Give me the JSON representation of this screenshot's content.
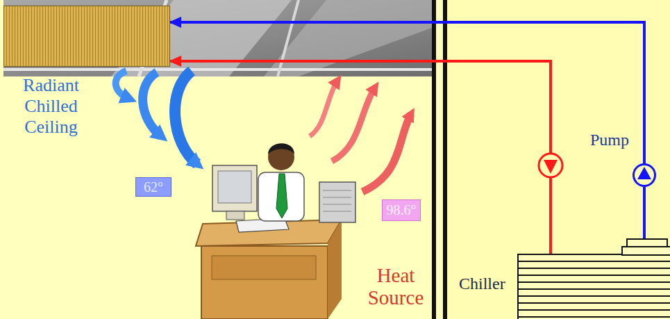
{
  "diagram": {
    "nodes": [
      {
        "text": [
          "Radiant Chilled Ceiling"
        ]
      },
      {
        "text": [
          "62°"
        ]
      },
      {
        "text": [
          "98.6°"
        ]
      },
      {
        "text": [
          "Pump"
        ]
      },
      {
        "text": [
          "Chiller"
        ]
      }
    ],
    "edges": [
      {
        "from": 4,
        "to": 3,
        "arrow": "none"
      },
      {
        "from": 3,
        "to": 0,
        "arrow": "to"
      },
      {
        "from": 4,
        "to": 0,
        "arrow": "to"
      }
    ],
    "labels": [
      "Heat Source"
    ]
  }
}
